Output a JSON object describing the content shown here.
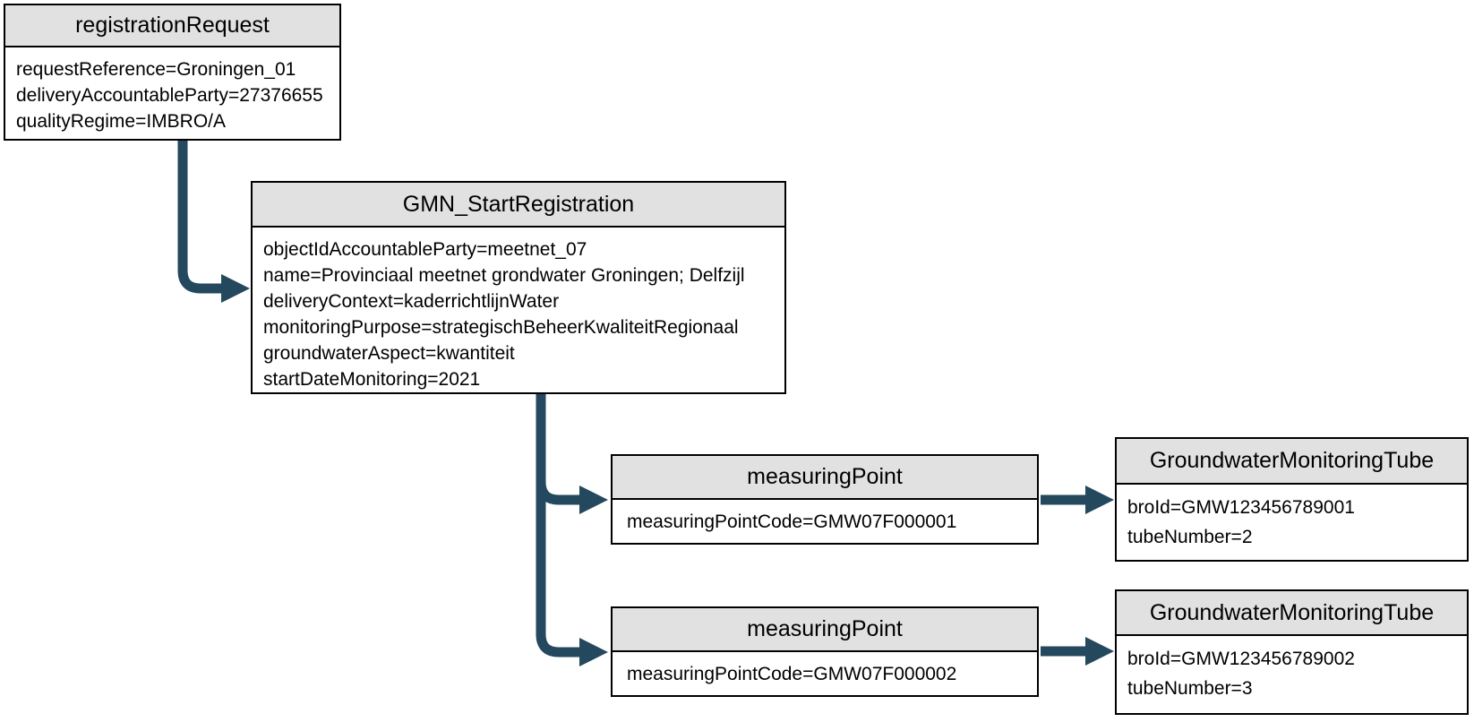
{
  "colors": {
    "arrow": "#24485E",
    "header_bg": "#e1e1e1",
    "border": "#000000",
    "background": "#ffffff"
  },
  "nodes": [
    {
      "title": "registrationRequest",
      "fields": [
        "requestReference=Groningen_01",
        "deliveryAccountableParty=27376655",
        "qualityRegime=IMBRO/A"
      ]
    },
    {
      "title": "GMN_StartRegistration",
      "fields": [
        "objectIdAccountableParty=meetnet_07",
        "name=Provinciaal meetnet grondwater Groningen; Delfzijl",
        "deliveryContext=kaderrichtlijnWater",
        "monitoringPurpose=strategischBeheerKwaliteitRegionaal",
        "groundwaterAspect=kwantiteit",
        "startDateMonitoring=2021"
      ]
    },
    {
      "title": "measuringPoint",
      "fields": [
        "measuringPointCode=GMW07F000001"
      ]
    },
    {
      "title": "GroundwaterMonitoringTube",
      "fields": [
        "broId=GMW123456789001",
        "tubeNumber=2"
      ]
    },
    {
      "title": "measuringPoint",
      "fields": [
        "measuringPointCode=GMW07F000002"
      ]
    },
    {
      "title": "GroundwaterMonitoringTube",
      "fields": [
        "broId=GMW123456789002",
        "tubeNumber=3"
      ]
    }
  ]
}
